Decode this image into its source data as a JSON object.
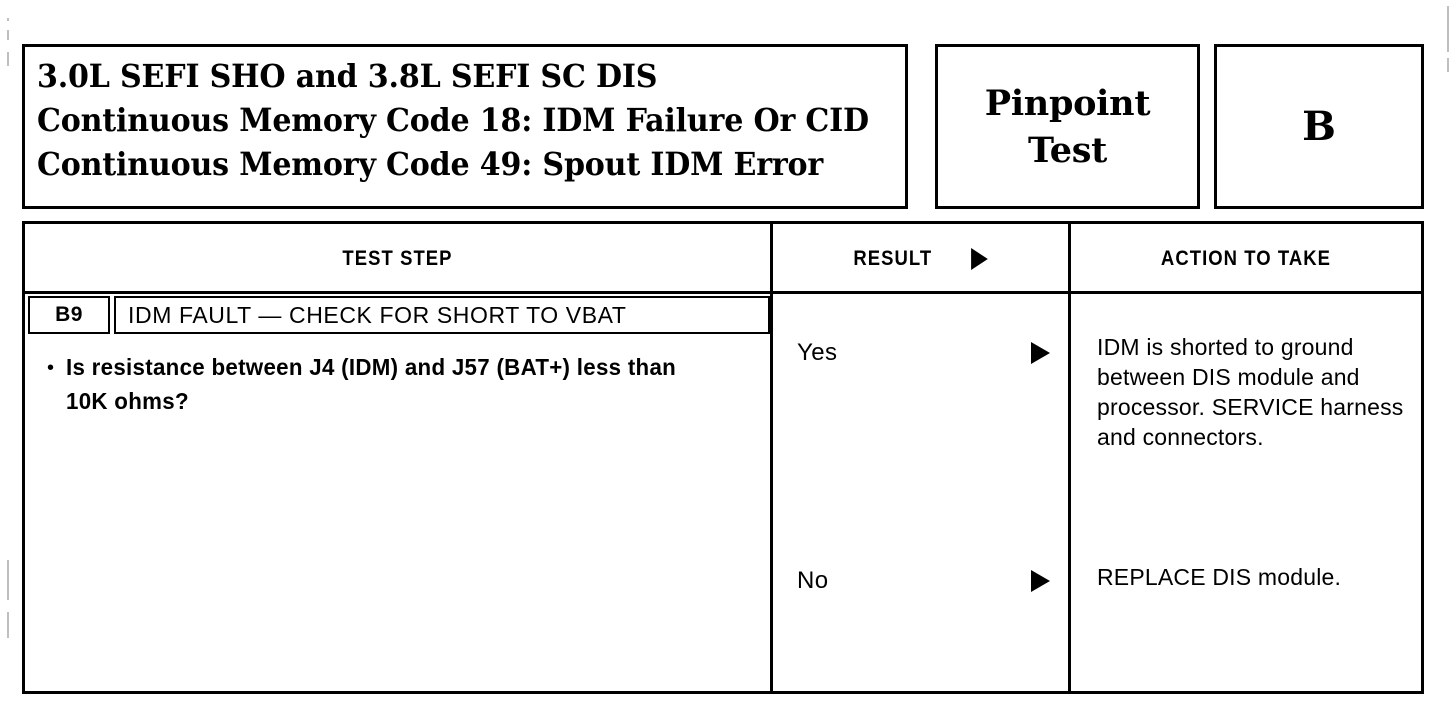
{
  "document": {
    "type": "automotive-diagnostic-pinpoint-test"
  },
  "header": {
    "title_lines": [
      "3.0L SEFI SHO and 3.8L SEFI SC DIS",
      "Continuous Memory Code 18: IDM Failure Or CID",
      "Continuous Memory Code 49: Spout IDM Error"
    ],
    "pinpoint_lines": [
      "Pinpoint",
      "Test"
    ],
    "test_letter": "B"
  },
  "table": {
    "columns": {
      "test_step": "TEST STEP",
      "result": "RESULT",
      "action": "ACTION TO TAKE",
      "result_arrow_icon": "right-triangle-icon"
    },
    "rows": [
      {
        "step_id": "B9",
        "step_title": "IDM FAULT — CHECK FOR SHORT TO VBAT",
        "bullet_marker": "•",
        "bullet_text": "Is resistance between J4 (IDM) and J57 (BAT+) less than 10K ohms?",
        "results": [
          {
            "label": "Yes",
            "arrow_icon": "right-triangle-icon",
            "action": "IDM is shorted to ground between DIS module and processor. SERVICE harness and connectors."
          },
          {
            "label": "No",
            "arrow_icon": "right-triangle-icon",
            "action": "REPLACE DIS module."
          }
        ]
      }
    ]
  },
  "colors": {
    "ink": "#000000",
    "paper": "#ffffff"
  }
}
